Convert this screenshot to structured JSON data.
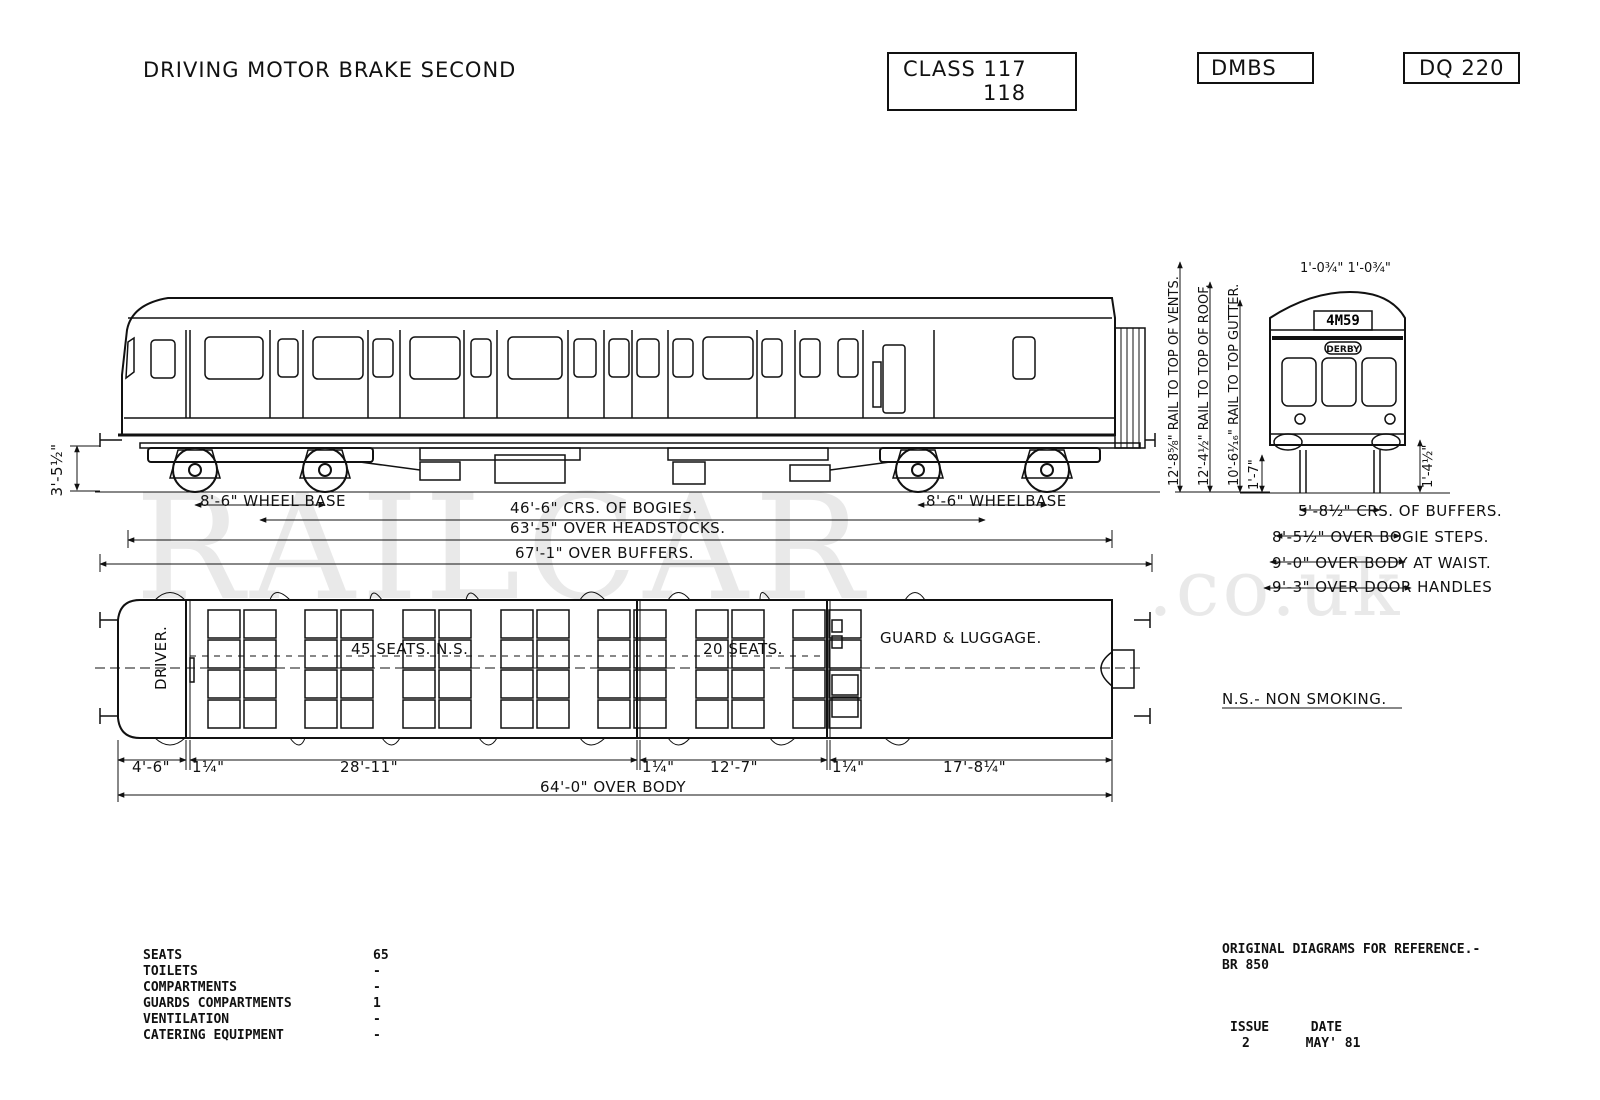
{
  "header": {
    "title": "DRIVING MOTOR BRAKE SECOND",
    "class_line1": "CLASS 117",
    "class_line2": "118",
    "code": "DMBS",
    "diagram": "DQ 220"
  },
  "side_view": {
    "dims": {
      "height_floor": "3'-5½\"",
      "wheelbase_left": "8'-6\" WHEEL BASE",
      "wheelbase_right": "8'-6\" WHEELBASE",
      "bogie_centres": "46'-6\" CRS. OF BOGIES.",
      "over_headstocks": "63'-5\" OVER HEADSTOCKS.",
      "over_buffers": "67'-1\" OVER BUFFERS."
    }
  },
  "end_view": {
    "headcode": "4M59",
    "destination": "DERBY",
    "top_dim": "1'-0¾\" 1'-0¾\"",
    "vert_vents": "12'-8⅝\" RAIL TO TOP OF VENTS.",
    "vert_roof": "12'-4½\" RAIL TO TOP OF ROOF.",
    "vert_gutter": "10'-6¹⁄₁₆\" RAIL TO TOP GUTTER.",
    "vert_small_left": "1'-7\"",
    "vert_small_right": "1'-4½\"",
    "dims": [
      "5'-8½\" CRS. OF BUFFERS.",
      "8'-5½\" OVER BOGIE STEPS.",
      "9'-0\" OVER BODY AT WAIST.",
      "9'-3\" OVER DOOR HANDLES"
    ]
  },
  "plan_view": {
    "driver": "DRIVER.",
    "saloon1": "45 SEATS.  N.S.",
    "saloon2": "20 SEATS.",
    "guard": "GUARD & LUGGAGE.",
    "dims": {
      "cab": "4'-6\"",
      "part1": "1¼\"",
      "saloon1_len": "28'-11\"",
      "part2": "1¼\"",
      "saloon2_len": "12'-7\"",
      "part3": "1¼\"",
      "guard_len": "17'-8¼\"",
      "over_body": "64'-0\" OVER BODY"
    }
  },
  "legend": "N.S.- NON SMOKING.",
  "watermark": {
    "main": "RAILCAR",
    "suffix": ".co.uk"
  },
  "specs": [
    {
      "label": "SEATS",
      "value": "65"
    },
    {
      "label": "TOILETS",
      "value": "-"
    },
    {
      "label": "COMPARTMENTS",
      "value": "-"
    },
    {
      "label": "GUARDS COMPARTMENTS",
      "value": "1"
    },
    {
      "label": "VENTILATION",
      "value": "-"
    },
    {
      "label": "CATERING EQUIPMENT",
      "value": "-"
    }
  ],
  "reference": {
    "line1": "ORIGINAL DIAGRAMS FOR REFERENCE.-",
    "line2": "BR 850",
    "issue_label": "ISSUE",
    "date_label": "DATE",
    "issue": "2",
    "date": "MAY' 81"
  }
}
